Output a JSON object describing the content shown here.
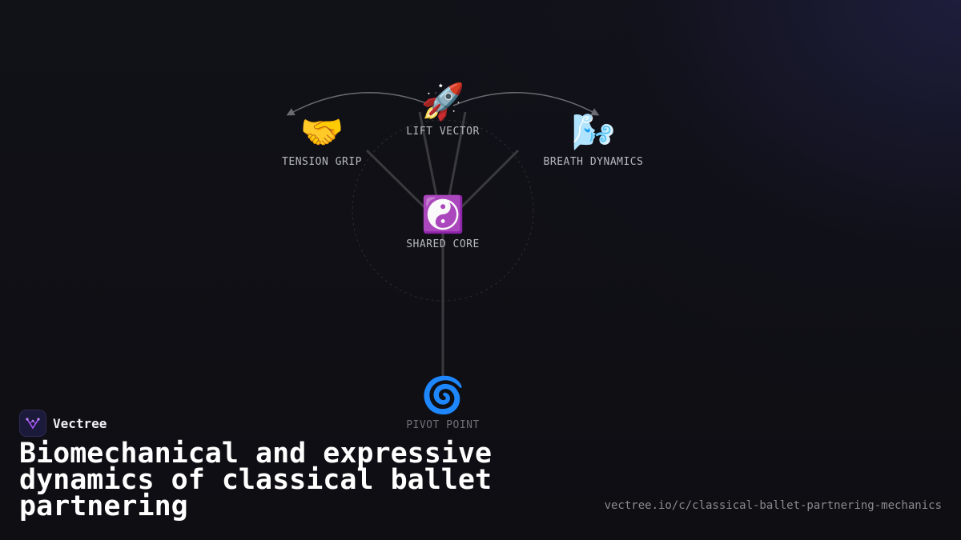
{
  "brand": {
    "name": "Vectree",
    "accent": "#a855f7"
  },
  "title": "Biomechanical and expressive dynamics of classical ballet partnering",
  "url": "vectree.io/c/classical-ballet-partnering-mechanics",
  "nodes": {
    "center": {
      "emoji": "☯️",
      "label": "SHARED CORE"
    },
    "top": {
      "emoji": "🚀",
      "label": "LIFT VECTOR"
    },
    "left": {
      "emoji": "🤝",
      "label": "TENSION GRIP"
    },
    "right": {
      "emoji": "🌬️",
      "label": "BREATH DYNAMICS"
    },
    "bottom": {
      "emoji": "🌀",
      "label": "PIVOT POINT"
    }
  },
  "colors": {
    "background": "#0f0f14",
    "edge": "#3a3a3e",
    "arc": "#6a6a70",
    "label": "#b8b8c0"
  }
}
